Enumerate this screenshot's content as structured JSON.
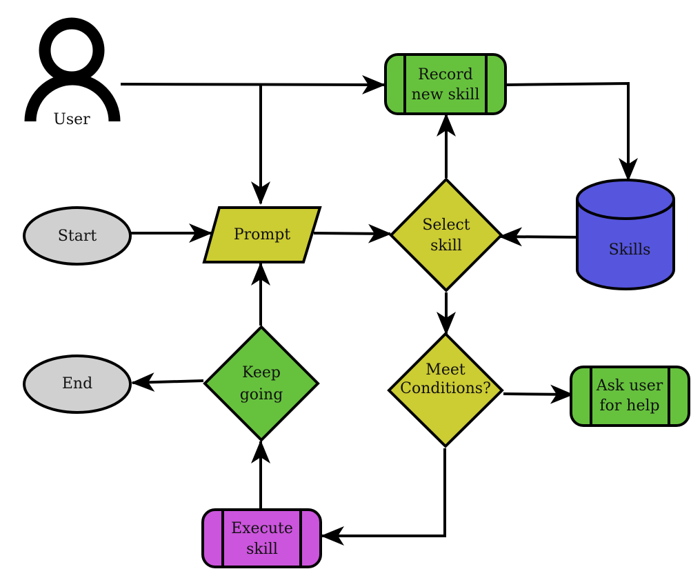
{
  "colors": {
    "terminal": "#d0d0d0",
    "io": "#cccc33",
    "decision_yellow": "#cccc33",
    "decision_green": "#66c23d",
    "process_green": "#66c23d",
    "process_magenta": "#cc55dd",
    "database": "#5555dd"
  },
  "icons": {
    "user": "user-icon"
  },
  "nodes": {
    "user": {
      "label": "User"
    },
    "record": {
      "line1": "Record",
      "line2": "new skill"
    },
    "start": {
      "label": "Start"
    },
    "prompt": {
      "label": "Prompt"
    },
    "select": {
      "line1": "Select",
      "line2": "skill"
    },
    "skills": {
      "label": "Skills"
    },
    "end": {
      "label": "End"
    },
    "keep": {
      "line1": "Keep",
      "line2": "going"
    },
    "meet": {
      "line1": "Meet",
      "line2": "Conditions?"
    },
    "ask": {
      "line1": "Ask user",
      "line2": "for help"
    },
    "execute": {
      "line1": "Execute",
      "line2": "skill"
    }
  }
}
